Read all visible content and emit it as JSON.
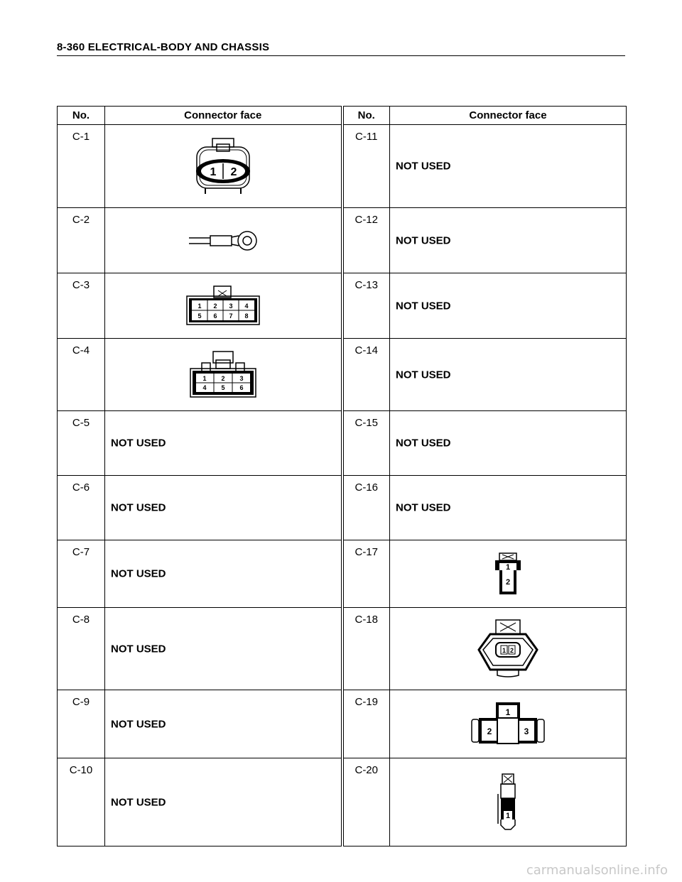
{
  "header": {
    "title": "8-360  ELECTRICAL-BODY AND CHASSIS"
  },
  "table": {
    "col_no": "No.",
    "col_face": "Connector face",
    "rows": [
      {
        "left": {
          "no": "C-1",
          "face": "",
          "drawing": "connector-2pin-oval"
        },
        "right": {
          "no": "C-11",
          "face": "NOT USED"
        }
      },
      {
        "left": {
          "no": "C-2",
          "face": "",
          "drawing": "ring-terminal"
        },
        "right": {
          "no": "C-12",
          "face": "NOT USED"
        }
      },
      {
        "left": {
          "no": "C-3",
          "face": "",
          "drawing": "connector-8pin"
        },
        "right": {
          "no": "C-13",
          "face": "NOT USED"
        }
      },
      {
        "left": {
          "no": "C-4",
          "face": "",
          "drawing": "connector-6pin"
        },
        "right": {
          "no": "C-14",
          "face": "NOT USED"
        }
      },
      {
        "left": {
          "no": "C-5",
          "face": "NOT USED"
        },
        "right": {
          "no": "C-15",
          "face": "NOT USED"
        }
      },
      {
        "left": {
          "no": "C-6",
          "face": "NOT USED"
        },
        "right": {
          "no": "C-16",
          "face": "NOT USED"
        }
      },
      {
        "left": {
          "no": "C-7",
          "face": "NOT USED"
        },
        "right": {
          "no": "C-17",
          "face": "",
          "drawing": "connector-2pin-vertical"
        }
      },
      {
        "left": {
          "no": "C-8",
          "face": "NOT USED"
        },
        "right": {
          "no": "C-18",
          "face": "",
          "drawing": "connector-2pin-round"
        }
      },
      {
        "left": {
          "no": "C-9",
          "face": "NOT USED"
        },
        "right": {
          "no": "C-19",
          "face": "",
          "drawing": "connector-3pin"
        }
      },
      {
        "left": {
          "no": "C-10",
          "face": "NOT USED"
        },
        "right": {
          "no": "C-20",
          "face": "",
          "drawing": "connector-1pin"
        }
      }
    ]
  },
  "pins": {
    "c1": [
      "1",
      "2"
    ],
    "c3": [
      "1",
      "2",
      "3",
      "4",
      "5",
      "6",
      "7",
      "8"
    ],
    "c4": [
      "1",
      "2",
      "3",
      "4",
      "5",
      "6"
    ],
    "c17": [
      "1",
      "2"
    ],
    "c18": [
      "1",
      "2"
    ],
    "c19": [
      "1",
      "2",
      "3"
    ],
    "c20": [
      "1"
    ]
  },
  "watermark": "carmanualsonline.info"
}
